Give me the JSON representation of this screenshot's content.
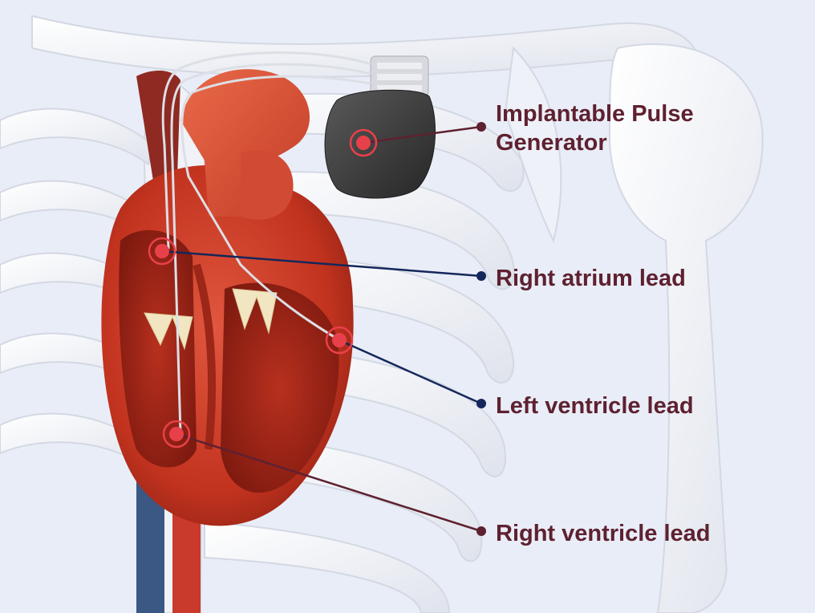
{
  "labels": {
    "pulse_generator_line1": "Implantable Pulse",
    "pulse_generator_line2": "Generator",
    "right_atrium_lead": "Right atrium lead",
    "left_ventricle_lead": "Left ventricle lead",
    "right_ventricle_lead": "Right ventricle lead"
  },
  "colors": {
    "background": "#e9edf7",
    "label_text": "#5e2130",
    "leader_maroon": "#5e2130",
    "leader_navy": "#14275a",
    "marker_red": "#e8404a",
    "heart_muscle": "#c83a28",
    "bone": "#f4f5f8",
    "generator_body": "#3b3b3b"
  },
  "icons": {
    "marker": "target-dot-icon"
  }
}
